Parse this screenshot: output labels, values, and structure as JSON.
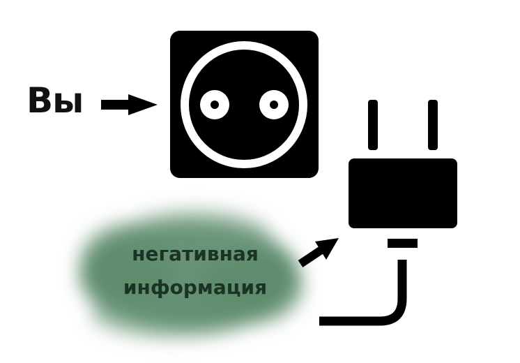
{
  "you_label": "Вы",
  "negative_info": {
    "line1": "негативная",
    "line2": "информация"
  },
  "icons": {
    "socket": "power-socket-icon",
    "plug": "power-plug-icon",
    "arrow_to_socket": "arrow-right-icon",
    "arrow_to_plug": "arrow-up-right-icon"
  },
  "colors": {
    "icon": "#000000",
    "cloud": "#4f7f60",
    "cloud_text": "#1a3324"
  }
}
